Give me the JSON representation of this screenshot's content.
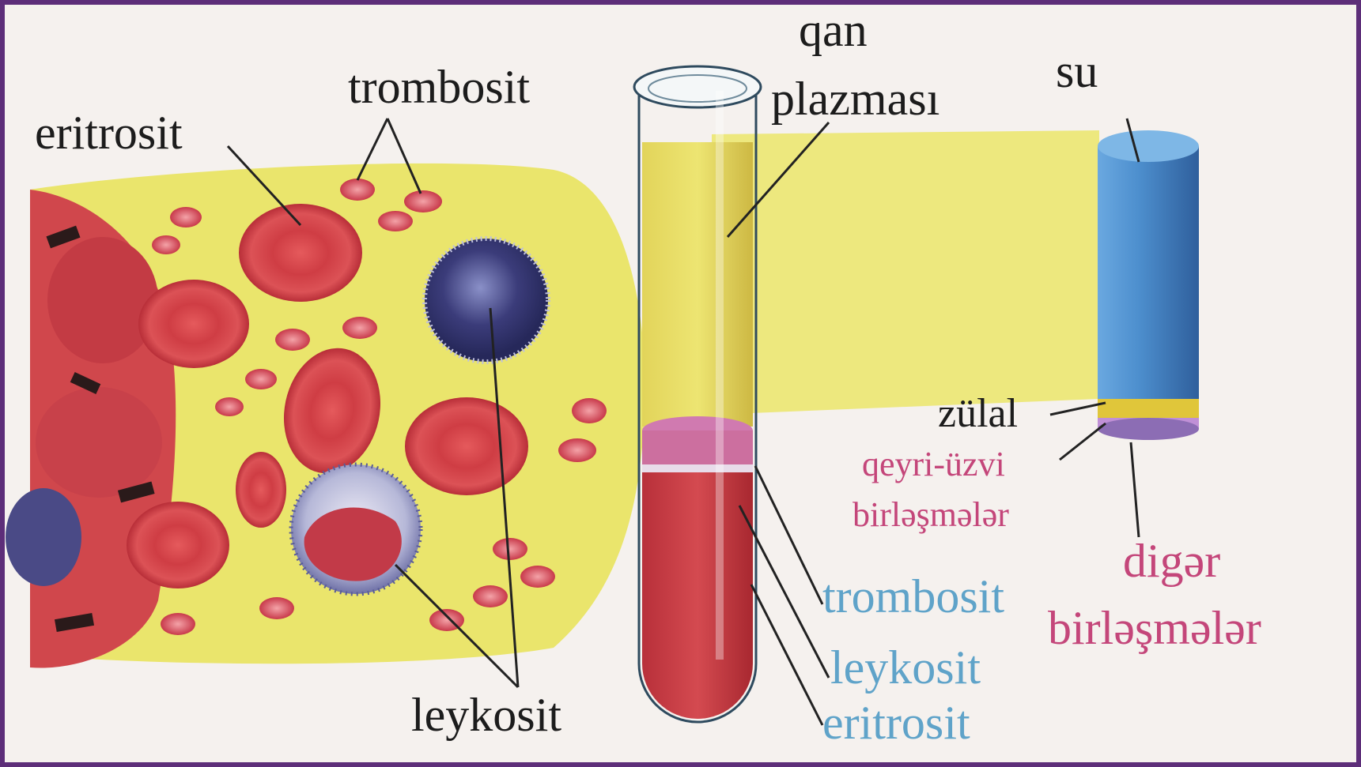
{
  "colors": {
    "frame": "#5d2e79",
    "paper": "#f5f1ee",
    "plasma": "#ebe66a",
    "erythrocyte": "#d8484c",
    "leukocyte": "#3d3d7a",
    "water": "#4d8fce",
    "protein": "#e0c63a",
    "label_black": "#1c1c1c",
    "label_pink": "#c4467a",
    "label_blue": "#5fa3c9"
  },
  "labels": {
    "eritrosit_top": "eritrosit",
    "trombosit_top": "trombosit",
    "leykosit_bottom": "leykosit",
    "qan": "qan",
    "plazmasi": "plazması",
    "su": "su",
    "zulal": "zülal",
    "qeyri_uzvi_1": "qeyri-üzvi",
    "qeyri_uzvi_2": "birləşmələr",
    "diger_1": "digər",
    "diger_2": "birləşmələr",
    "tube_trombosit": "trombosit",
    "tube_leykosit": "leykosit",
    "tube_eritrosit": "eritrosit"
  }
}
